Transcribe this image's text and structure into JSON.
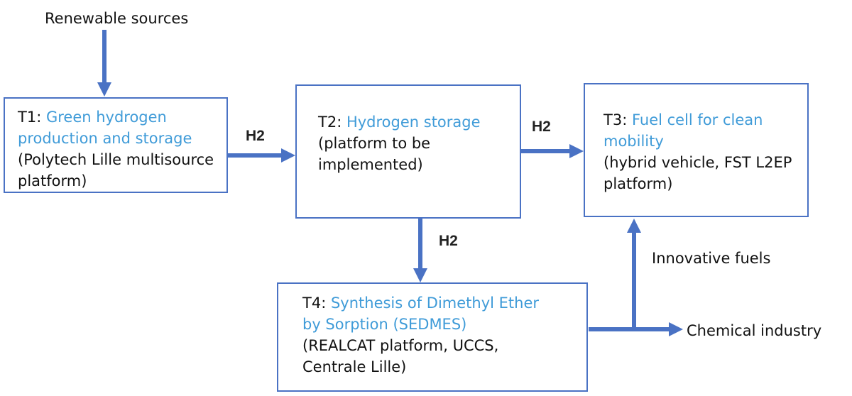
{
  "colors": {
    "arrow": "#4a72c4",
    "box_border": "#4a72c4",
    "accent_text": "#3f9bd8"
  },
  "source_label": "Renewable sources",
  "t1": {
    "prefix": "T1: ",
    "title_line1": "Green hydrogen",
    "title_line2": "production and storage",
    "desc_line1": "(Polytech Lille multisource",
    "desc_line2": "platform)"
  },
  "t2": {
    "prefix": "T2: ",
    "title_line1": "Hydrogen storage",
    "desc_line1": "(platform to be",
    "desc_line2": "implemented)"
  },
  "t3": {
    "prefix": "T3: ",
    "title_line1": "Fuel cell for clean",
    "title_line2": "mobility",
    "desc_line1": "(hybrid vehicle, FST L2EP",
    "desc_line2": "platform)"
  },
  "t4": {
    "prefix": "T4: ",
    "title_line1": "Synthesis of Dimethyl Ether",
    "title_line2": "by Sorption (SEDMES)",
    "desc_line1": "(REALCAT platform, UCCS,",
    "desc_line2": "Centrale Lille)"
  },
  "flows": {
    "t1_t2": "H2",
    "t2_t3": "H2",
    "t2_t4": "H2"
  },
  "innovative_fuels_label": "Innovative fuels",
  "chemical_industry_label": "Chemical industry"
}
